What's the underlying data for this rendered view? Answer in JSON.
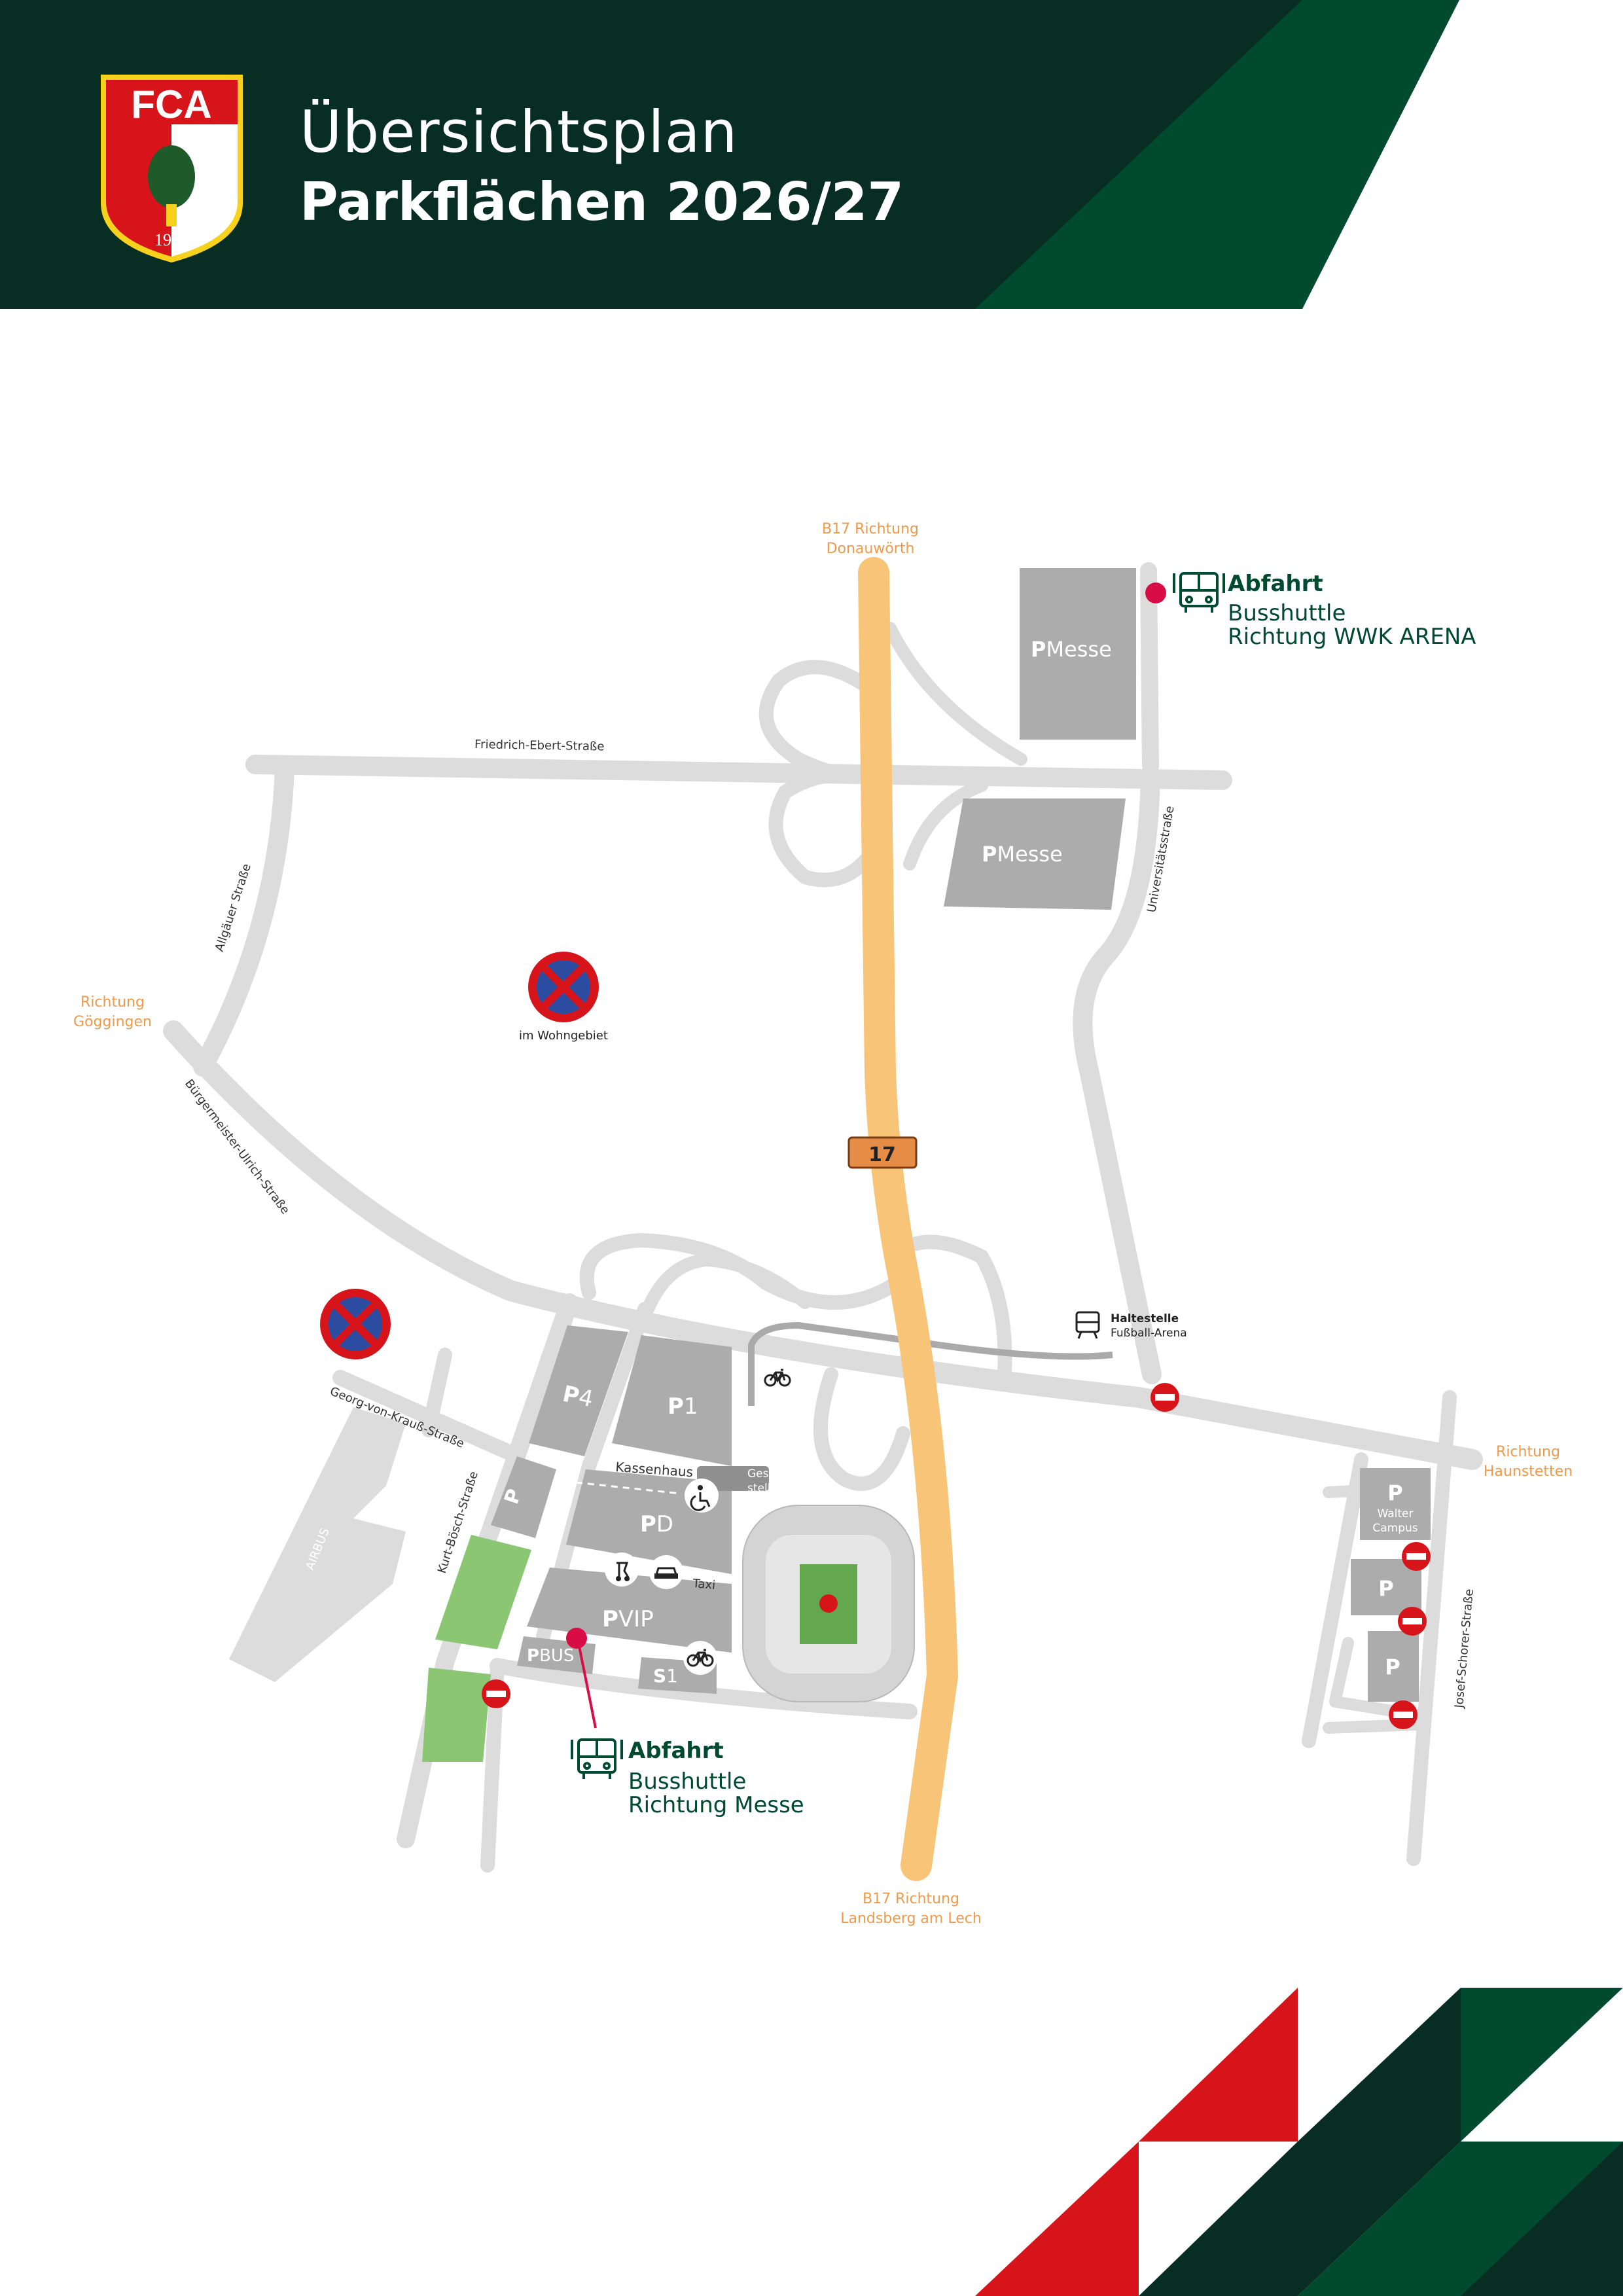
{
  "header": {
    "title_line1": "Übersichtsplan",
    "title_line2": "Parkflächen 2026/27",
    "logo_text": "FCA",
    "logo_year": "1907"
  },
  "colors": {
    "dark_green": "#082d22",
    "green": "#004a2f",
    "red": "#d7141a",
    "orange_road": "#f8c478",
    "orange_text": "#ee9a4a",
    "road_gray": "#dcdcdc",
    "lot_gray": "#acacac",
    "pink_stop": "#d80d45",
    "grass": "#8bc673"
  },
  "map": {
    "highway": {
      "north_label_1": "B17 Richtung",
      "north_label_2": "Donauwörth",
      "south_label_1": "B17 Richtung",
      "south_label_2": "Landsberg am Lech",
      "shield": "17"
    },
    "directions": {
      "west_1": "Richtung",
      "west_2": "Göggingen",
      "east_1": "Richtung",
      "east_2": "Haunstetten"
    },
    "streets": {
      "friedrich": "Friedrich-Ebert-Straße",
      "allgaeuer": "Allgäuer Straße",
      "buergermeister": "Bürgermeister-Ulrich-Straße",
      "universitaet": "Universitätsstraße",
      "georg": "Georg-von-Krauß-Straße",
      "kurt": "Kurt-Bösch-Straße",
      "josef": "Josef-Schorer-Straße"
    },
    "no_parking_label": "im Wohngebiet",
    "lots": {
      "p1_messe": "Messe",
      "p3_messe": "Messe",
      "p4": "4",
      "p1": "1",
      "pd": "D",
      "pvip": "VIP",
      "pbus": "BUS",
      "s1": "1",
      "walter_1": "Walter",
      "walter_2": "Campus",
      "p_letter": "P",
      "s_letter": "S"
    },
    "labels": {
      "kassenhaus": "Kassenhaus",
      "taxi": "Taxi",
      "geschaeft_1": "Geschäfts-",
      "geschaeft_2": "stelle",
      "airbus": "AIRBUS",
      "haltestelle": "Haltestelle",
      "fussball_arena": "Fußball-Arena"
    },
    "shuttle_messe": {
      "title": "Abfahrt",
      "line1": "Busshuttle",
      "line2": "Richtung WWK ARENA"
    },
    "shuttle_arena": {
      "title": "Abfahrt",
      "line1": "Busshuttle",
      "line2": "Richtung Messe"
    },
    "icons": [
      "tram-icon",
      "bicycle-icon",
      "wheelchair-icon",
      "scooter-icon",
      "car-icon",
      "no-parking-sign-icon",
      "no-entry-sign-icon",
      "stadium-icon"
    ]
  }
}
